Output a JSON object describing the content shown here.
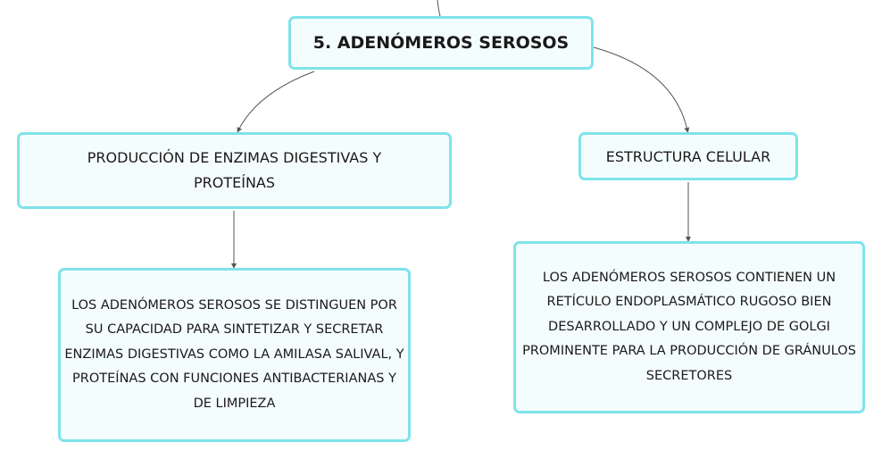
{
  "diagram": {
    "main": {
      "label": "5. ADENÓMEROS SEROSOS"
    },
    "left_topic": {
      "label": "PRODUCCIÓN DE ENZIMAS DIGESTIVAS Y PROTEÍNAS"
    },
    "right_topic": {
      "label": "ESTRUCTURA CELULAR"
    },
    "left_detail": {
      "label": "LOS ADENÓMEROS SEROSOS SE DISTINGUEN POR SU CAPACIDAD PARA SINTETIZAR Y SECRETAR ENZIMAS DIGESTIVAS COMO LA AMILASA SALIVAL, Y PROTEÍNAS CON FUNCIONES ANTIBACTERIANAS Y DE LIMPIEZA"
    },
    "right_detail": {
      "label": "LOS ADENÓMEROS SEROSOS CONTIENEN UN RETÍCULO ENDOPLASMÁTICO RUGOSO BIEN DESARROLLADO Y UN COMPLEJO DE GOLGI PROMINENTE PARA LA PRODUCCIÓN DE GRÁNULOS SECRETORES"
    },
    "colors": {
      "node_border": "#7fe3ea",
      "node_fill": "#f4fdfe",
      "connector": "#555555"
    }
  }
}
